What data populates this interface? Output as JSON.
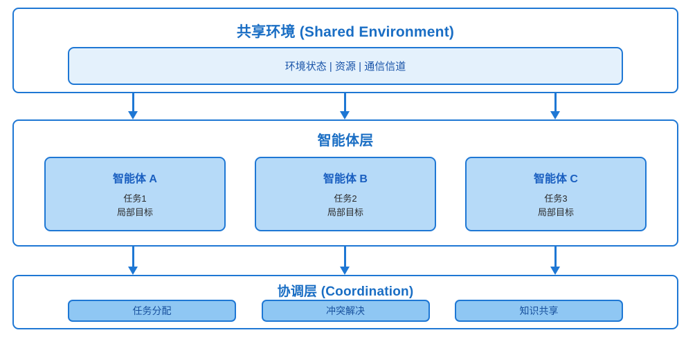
{
  "diagram": {
    "colors": {
      "border_blue": "#1e77d4",
      "title_blue": "#1a6ec4",
      "card_fill": "#b6daf8",
      "inner_fill": "#e4f1fc",
      "pill_fill": "#8fc7f3",
      "background": "#ffffff"
    },
    "shared_environment": {
      "title": "共享环境 (Shared Environment)",
      "inner_box_text": "环境状态 | 资源 | 通信信道"
    },
    "agent_layer": {
      "title": "智能体层",
      "cards": [
        {
          "title": "智能体 A",
          "task": "任务1",
          "goal": "局部目标"
        },
        {
          "title": "智能体 B",
          "task": "任务2",
          "goal": "局部目标"
        },
        {
          "title": "智能体 C",
          "task": "任务3",
          "goal": "局部目标"
        }
      ]
    },
    "coordination_layer": {
      "title": "协调层 (Coordination)",
      "pills": [
        {
          "label": "任务分配"
        },
        {
          "label": "冲突解决"
        },
        {
          "label": "知识共享"
        }
      ]
    },
    "arrows": {
      "env_to_agent_count": 3,
      "agent_to_coord_count": 3,
      "direction": "down"
    }
  }
}
